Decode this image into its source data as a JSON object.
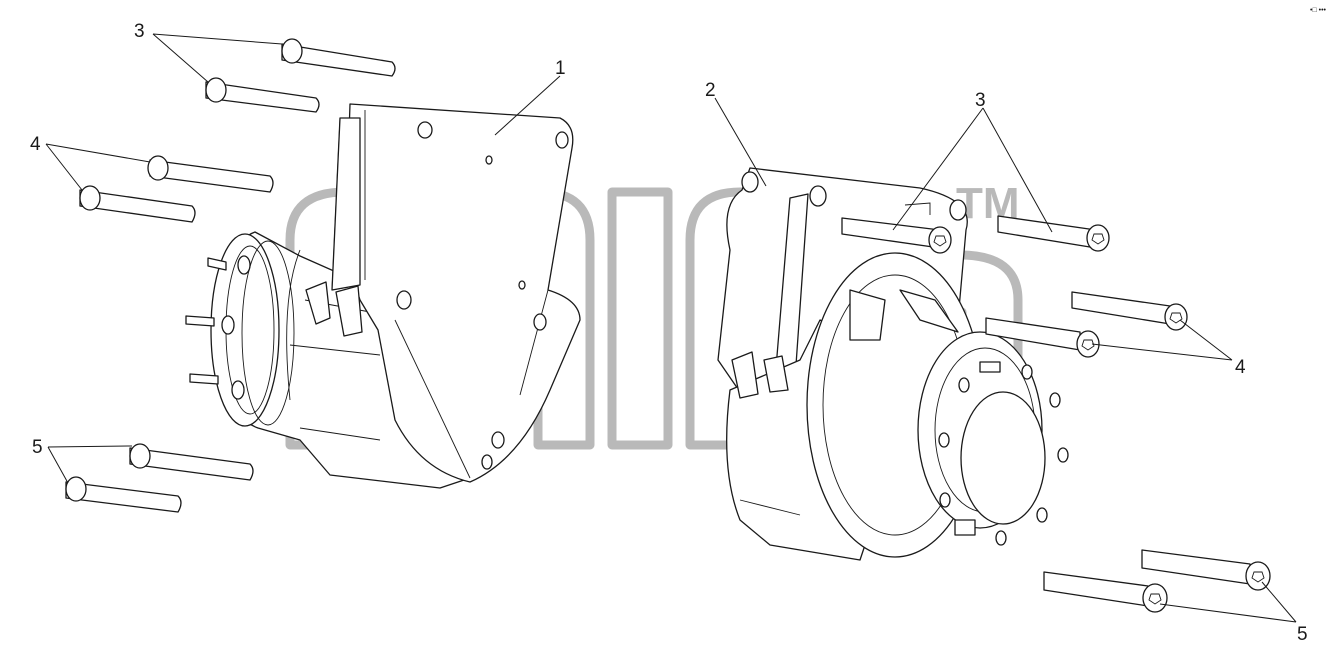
{
  "diagram": {
    "callouts": {
      "housing_left": "1",
      "housing_right": "2",
      "bolts3_left": "3",
      "bolts3_right": "3",
      "bolts4_left": "4",
      "bolts4_right": "4",
      "bolts5_left": "5",
      "bolts5_right": "5"
    },
    "watermark": {
      "trademark": "TM"
    },
    "corner_mark": "•□ •••",
    "icons": {
      "bolt": "socket-head-bolt-icon",
      "housing": "bearing-housing-icon"
    },
    "colors": {
      "line": "#1a1a1a",
      "watermark": "#b9b9b9",
      "background": "#ffffff"
    }
  }
}
